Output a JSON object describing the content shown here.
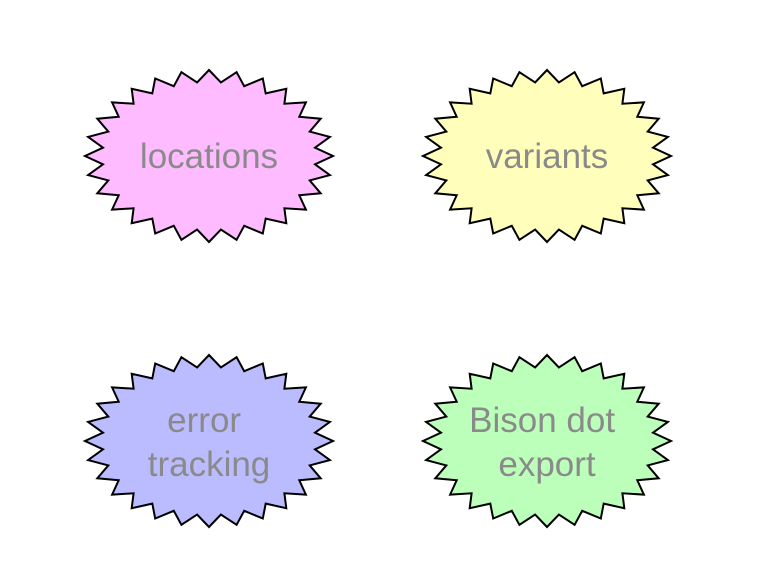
{
  "badges": [
    {
      "id": "locations",
      "lines": [
        "locations"
      ],
      "fill": "#ffbbff"
    },
    {
      "id": "variants",
      "lines": [
        "variants"
      ],
      "fill": "#ffffbb"
    },
    {
      "id": "error-tracking",
      "lines": [
        "error",
        "tracking"
      ],
      "fill": "#bbbbff"
    },
    {
      "id": "bison-dot-export",
      "lines": [
        "Bison dot",
        "export"
      ],
      "fill": "#bbffbb"
    }
  ],
  "stroke_color": "#000000",
  "text_color": "#8a8a8a"
}
